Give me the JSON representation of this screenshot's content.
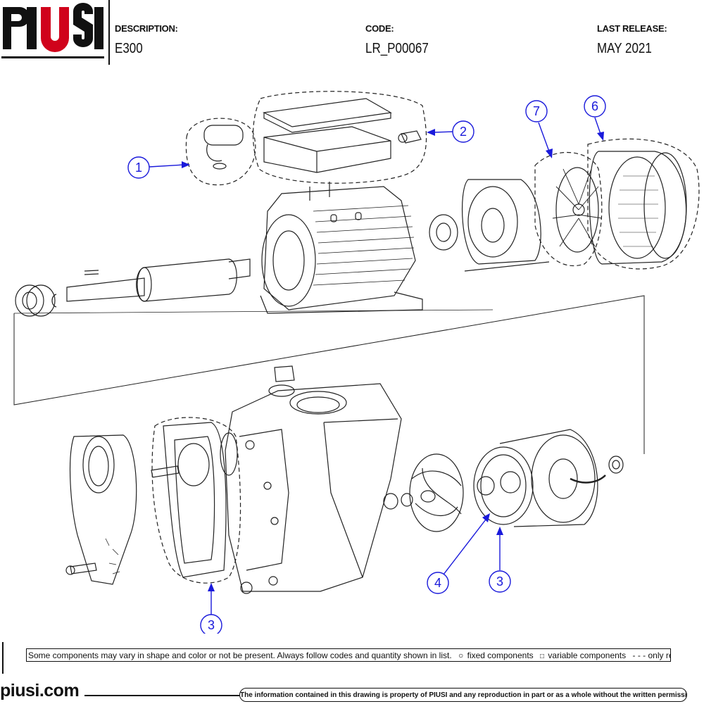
{
  "header": {
    "brand": "PIUSI",
    "description_label": "DESCRIPTION:",
    "description_value": "E300",
    "code_label": "CODE:",
    "code_value": "LR_P00067",
    "release_label": "LAST RELEASE:",
    "release_value": "MAY 2021"
  },
  "callouts": [
    "1",
    "2",
    "3",
    "3",
    "4",
    "6",
    "7"
  ],
  "note": {
    "text": "Some components may vary in shape and color or not be present. Always follow codes and quantity shown in list.",
    "fixed": "fixed components",
    "variable": "variable components",
    "reference": "- - - only reference"
  },
  "footer": {
    "website": "piusi.com",
    "copyright": "The information contained in this drawing is property of PIUSI and any reproduction in part or as a whole without the written permission of PIUSI S.p.a. is prohibited."
  },
  "colors": {
    "callout": "#1a1adb",
    "brand_red": "#d0021b",
    "ink": "#111111"
  }
}
